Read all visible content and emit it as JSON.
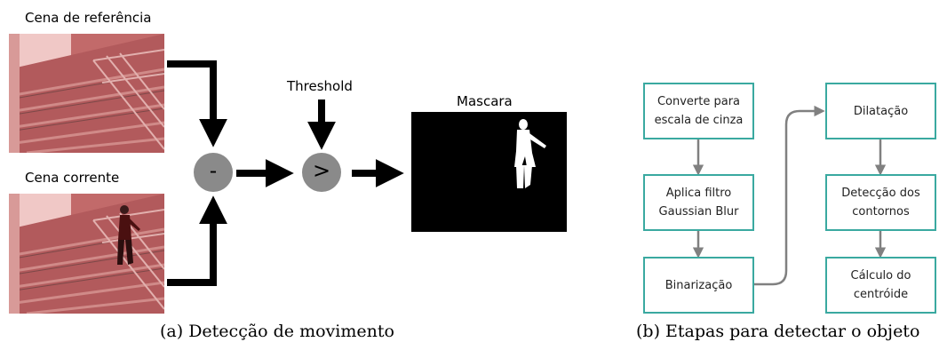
{
  "panel_a": {
    "reference_label": "Cena de referência",
    "current_label": "Cena corrente",
    "threshold_label": "Threshold",
    "mask_label": "Mascara",
    "minus_symbol": "-",
    "greater_symbol": ">",
    "caption": "(a) Detecção de movimento"
  },
  "panel_b": {
    "steps": [
      {
        "line1": "Converte para",
        "line2": "escala de cinza"
      },
      {
        "line1": "Aplica filtro",
        "line2": "Gaussian Blur"
      },
      {
        "line1": "Binarização",
        "line2": ""
      },
      {
        "line1": "Dilatação",
        "line2": ""
      },
      {
        "line1": "Detecção dos",
        "line2": "contornos"
      },
      {
        "line1": "Cálculo do",
        "line2": "centróide"
      }
    ],
    "caption": "(b) Etapas para detectar o objeto"
  },
  "colors": {
    "box_border": "#3aa9a0",
    "flow_arrow": "#808080",
    "operator_circle": "#8a8a8a",
    "scene_tint": "#c4706f"
  }
}
